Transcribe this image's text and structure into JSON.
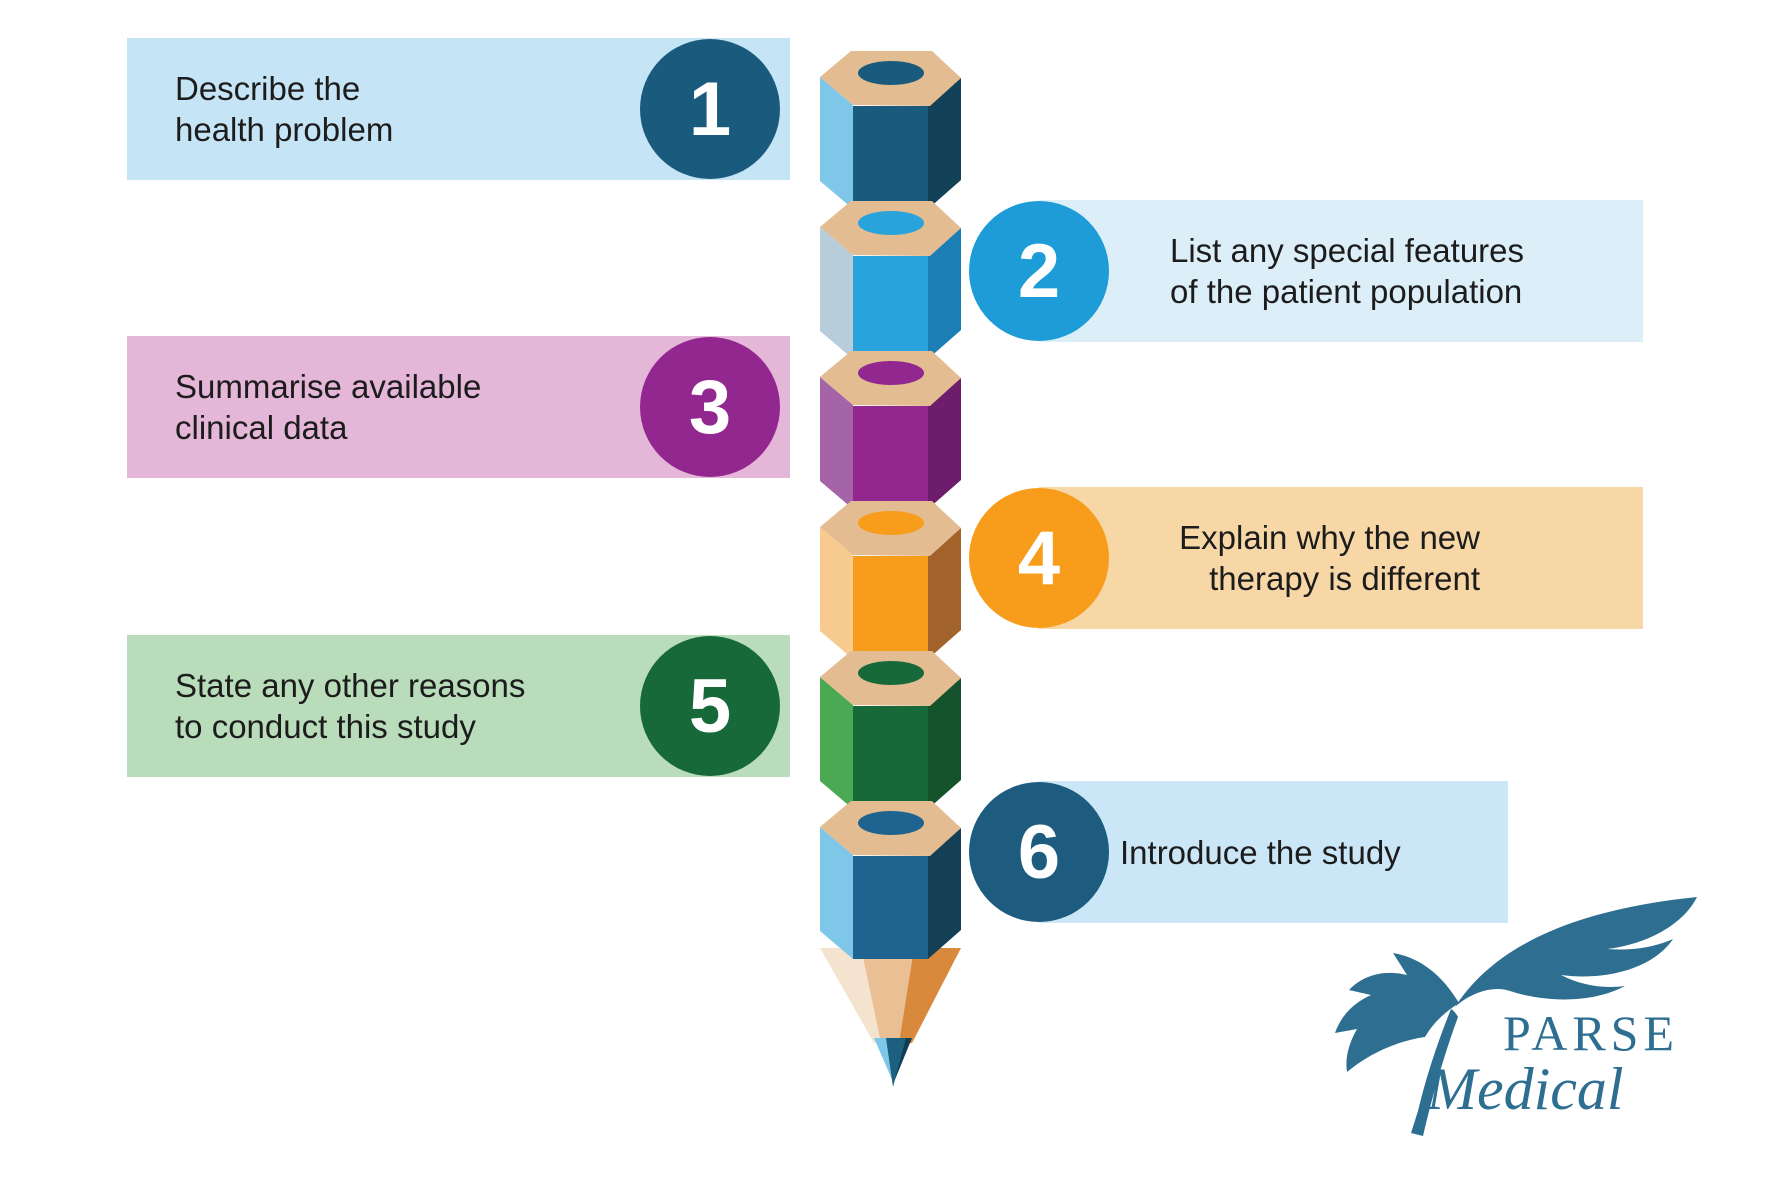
{
  "title": "Six steps infographic with pencil illustration",
  "text_color": "#1c1c1c",
  "steps": [
    {
      "number": "1",
      "side": "left",
      "line1": "Describe the",
      "line2": "health problem",
      "banner_color": "#c5e5f6",
      "circle_color": "#1a5b7d"
    },
    {
      "number": "2",
      "side": "right",
      "line1": "List any special features",
      "line2": "of the patient population",
      "banner_color": "#dceef8",
      "circle_color": "#1e9cd7"
    },
    {
      "number": "3",
      "side": "left",
      "line1": "Summarise available",
      "line2": "clinical data",
      "banner_color": "#e4b6d8",
      "circle_color": "#92278f"
    },
    {
      "number": "4",
      "side": "right",
      "line1": "Explain why the new",
      "line2": "therapy is different",
      "banner_color": "#f7d7a6",
      "circle_color": "#f89c1c"
    },
    {
      "number": "5",
      "side": "left",
      "line1": "State any other reasons",
      "line2": "to conduct this study",
      "banner_color": "#b9dcba",
      "circle_color": "#17693a"
    },
    {
      "number": "6",
      "side": "right",
      "line1": "Introduce the study",
      "banner_color": "#cbe7f7",
      "circle_color": "#1d5c7e"
    }
  ],
  "pencil": {
    "wood_color": "#e3bc92",
    "segments": [
      {
        "light": "#7ec7e9",
        "main": "#1a5b7d",
        "dark": "#134258",
        "core": "#1a5b7d"
      },
      {
        "light": "#b7cdd9",
        "main": "#29a3dc",
        "dark": "#1b7eb5",
        "core": "#29a3dc"
      },
      {
        "light": "#a563a8",
        "main": "#92278f",
        "dark": "#6d1d6b",
        "core": "#92278f"
      },
      {
        "light": "#f7ca90",
        "main": "#f89c1c",
        "dark": "#a2632a",
        "core": "#f89c1c"
      },
      {
        "light": "#4ba953",
        "main": "#17693a",
        "dark": "#14532c",
        "core": "#17693a"
      },
      {
        "light": "#7ec7e9",
        "main": "#1f6390",
        "dark": "#143f55",
        "core": "#1f6390"
      }
    ],
    "tip": {
      "wood_left": "#f4e3cf",
      "wood_mid": "#e9bf93",
      "wood_right": "#d8893b",
      "lead_light": "#7ec7e9",
      "lead_main": "#1d5f7f",
      "lead_dark": "#123c50"
    }
  },
  "logo": {
    "name_top": "PARSE",
    "name_bottom": "Medical",
    "color": "#2d6e91"
  }
}
